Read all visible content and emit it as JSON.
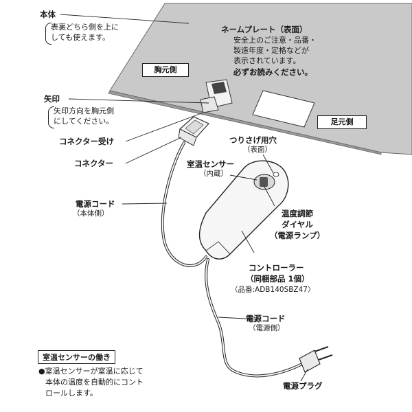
{
  "main_unit": {
    "label": "本体",
    "note_line1": "表裏どちら側を上に",
    "note_line2": "しても使えます。"
  },
  "nameplate": {
    "title": "ネームプレート（表面）",
    "line1": "安全上のご注意・品番・",
    "line2": "製造年度・定格などが",
    "line3": "表示されています。",
    "line4": "必ずお読みください。"
  },
  "chest_side": "胸元側",
  "foot_side": "足元側",
  "arrow_mark": {
    "label": "矢印",
    "note_line1": "矢印方向を胸元側",
    "note_line2": "にしてください。"
  },
  "connector_socket": "コネクター受け",
  "connector": "コネクター",
  "hanging_hole": {
    "label": "つりさげ用穴",
    "note": "（表面）"
  },
  "room_sensor": {
    "label": "室温センサー",
    "note": "（内蔵）"
  },
  "power_cord_body": {
    "label": "電源コード",
    "note": "（本体側）"
  },
  "temp_dial": {
    "line1": "温度調節",
    "line2": "ダイヤル",
    "line3": "（電源ランプ）"
  },
  "controller": {
    "line1": "コントローラー",
    "line2": "（同梱部品 1個）",
    "part_no": "〈品番:ADB140SBZ47〉"
  },
  "power_cord_source": {
    "label": "電源コード",
    "note": "（電源側）"
  },
  "sensor_function": {
    "title": "室温センサーの働き",
    "line1": "●室温センサーが室温に応じて",
    "line2": "本体の温度を自動的にコント",
    "line3": "ロールします。"
  },
  "power_plug": "電源プラグ"
}
